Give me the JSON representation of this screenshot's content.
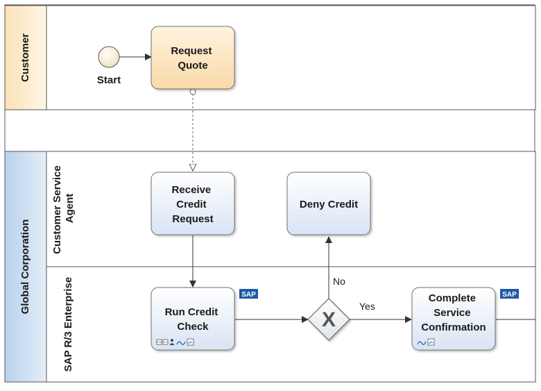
{
  "pools": [
    {
      "id": "customer",
      "label": "Customer"
    },
    {
      "id": "global",
      "label": "Global Corporation"
    }
  ],
  "lanes": [
    {
      "id": "csa",
      "label": "Customer Service Agent",
      "label_lines": [
        "Customer Service",
        "Agent"
      ]
    },
    {
      "id": "sap",
      "label": "SAP R/3 Enterprise"
    }
  ],
  "events": {
    "start": {
      "label": "Start"
    }
  },
  "tasks": [
    {
      "id": "request_quote",
      "label": "Request Quote",
      "lines": [
        "Request",
        "Quote"
      ],
      "style": "highlight",
      "badge": null,
      "icons": []
    },
    {
      "id": "receive_credit",
      "label": "Receive Credit Request",
      "lines": [
        "Receive",
        "Credit",
        "Request"
      ],
      "style": "normal",
      "badge": null,
      "icons": []
    },
    {
      "id": "deny_credit",
      "label": "Deny Credit",
      "lines": [
        "Deny Credit"
      ],
      "style": "normal",
      "badge": null,
      "icons": []
    },
    {
      "id": "run_credit",
      "label": "Run Credit Check",
      "lines": [
        "Run Credit",
        "Check"
      ],
      "style": "normal",
      "badge": "SAP",
      "icons": [
        "table-icon",
        "user-icon",
        "flow-icon",
        "form-icon"
      ]
    },
    {
      "id": "complete_service",
      "label": "Complete Service Confirmation",
      "lines": [
        "Complete",
        "Service",
        "Confirmation"
      ],
      "style": "normal",
      "badge": "SAP",
      "icons": [
        "flow-icon",
        "form-icon"
      ]
    }
  ],
  "gateway": {
    "id": "credit_gateway",
    "symbol": "X"
  },
  "edge_labels": {
    "no": "No",
    "yes": "Yes"
  },
  "colors": {
    "customer_header": "#fde9c8",
    "global_header": "#c9dcf0",
    "task_highlight": "#fde4bd",
    "task_normal": "#e6eef9",
    "sap_badge": "#1f5aa6",
    "lines": "#444444"
  }
}
